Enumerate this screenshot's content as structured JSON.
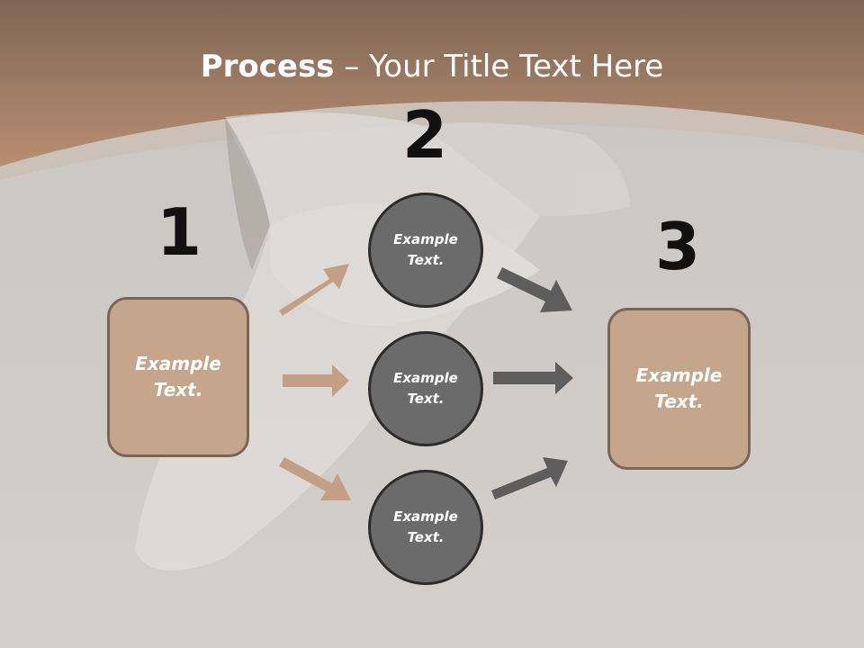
{
  "title": {
    "bold": "Process",
    "rest": " – Your Title Text Here"
  },
  "steps": {
    "one": "1",
    "two": "2",
    "three": "3"
  },
  "left_box": {
    "text": "Example Text."
  },
  "circles": [
    {
      "text": "Example Text."
    },
    {
      "text": "Example Text."
    },
    {
      "text": "Example Text."
    }
  ],
  "right_box": {
    "text": "Example Text."
  },
  "colors": {
    "header": "#a5826a",
    "box_fill": "#c5a58b",
    "box_border": "#7b6556",
    "circle_fill": "#6b6b6b",
    "left_arrow": "#c39f85",
    "right_arrow": "#5d5d5d"
  }
}
